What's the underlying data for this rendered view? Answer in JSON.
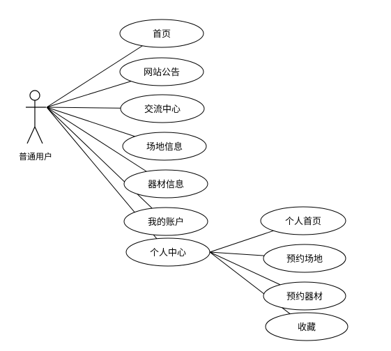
{
  "actor": {
    "label": "普通用户"
  },
  "use_cases": [
    {
      "id": "home",
      "label": "首页"
    },
    {
      "id": "announce",
      "label": "网站公告"
    },
    {
      "id": "exchange",
      "label": "交流中心"
    },
    {
      "id": "venue",
      "label": "场地信息"
    },
    {
      "id": "equipment",
      "label": "器材信息"
    },
    {
      "id": "account",
      "label": "我的账户"
    },
    {
      "id": "personal",
      "label": "个人中心"
    },
    {
      "id": "p_home",
      "label": "个人首页"
    },
    {
      "id": "p_venue",
      "label": "预约场地"
    },
    {
      "id": "p_equip",
      "label": "预约器材"
    },
    {
      "id": "p_fav",
      "label": "收藏"
    }
  ],
  "relations": [
    {
      "from": "actor",
      "to": "home"
    },
    {
      "from": "actor",
      "to": "announce"
    },
    {
      "from": "actor",
      "to": "exchange"
    },
    {
      "from": "actor",
      "to": "venue"
    },
    {
      "from": "actor",
      "to": "equipment"
    },
    {
      "from": "actor",
      "to": "account"
    },
    {
      "from": "actor",
      "to": "personal"
    },
    {
      "from": "personal",
      "to": "p_home"
    },
    {
      "from": "personal",
      "to": "p_venue"
    },
    {
      "from": "personal",
      "to": "p_equip"
    },
    {
      "from": "personal",
      "to": "p_fav"
    }
  ]
}
